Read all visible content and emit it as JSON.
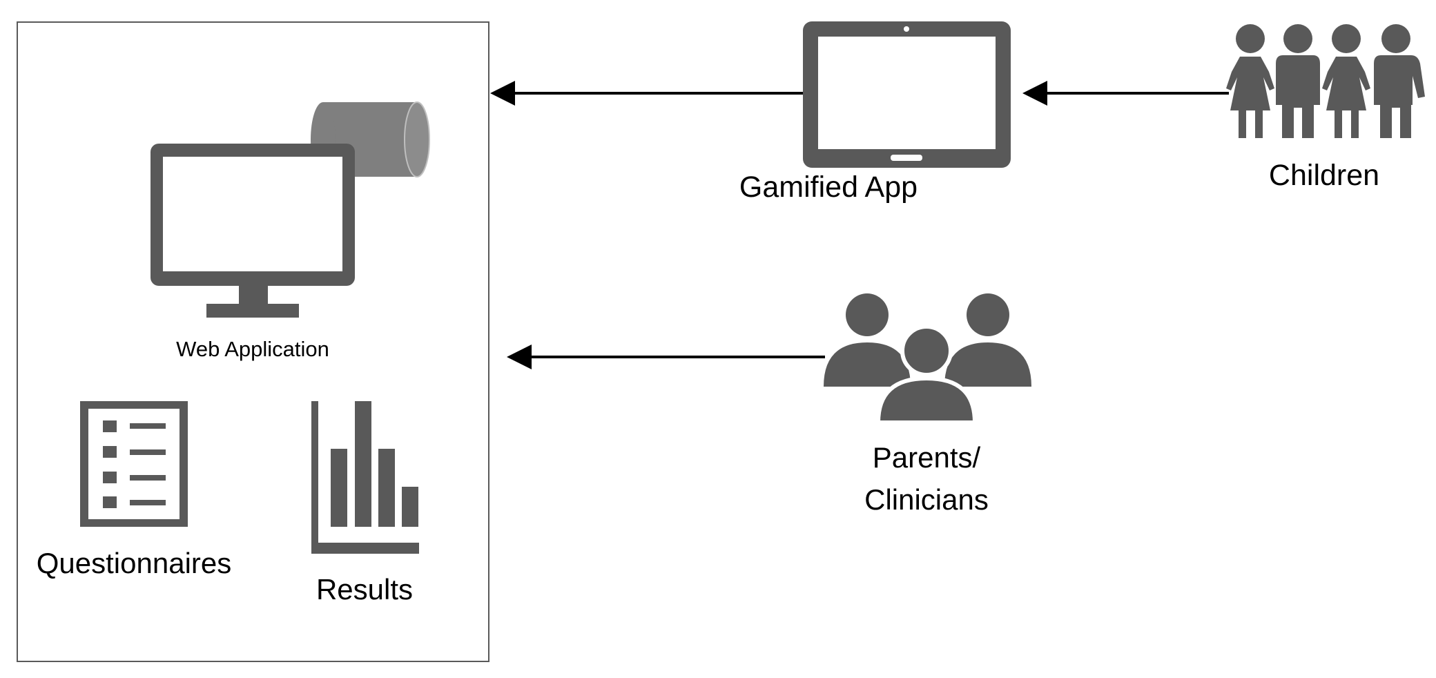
{
  "labels": {
    "web_application": "Web Application",
    "questionnaires": "Questionnaires",
    "results": "Results",
    "gamified_app": "Gamified App",
    "children": "Children",
    "parents_line1": "Parents/",
    "parents_line2": "Clinicians"
  },
  "colors": {
    "icon_fill": "#595959",
    "cylinder_fill": "#7f7f7f",
    "box_stroke": "#595959",
    "arrow": "#000000",
    "text": "#000000",
    "background": "#ffffff"
  },
  "icons": {
    "monitor": "monitor-icon",
    "database": "database-cylinder-icon",
    "questionnaire": "checklist-icon",
    "results": "bar-chart-icon",
    "tablet": "tablet-icon",
    "children": "children-group-icon",
    "parents": "people-group-icon"
  }
}
